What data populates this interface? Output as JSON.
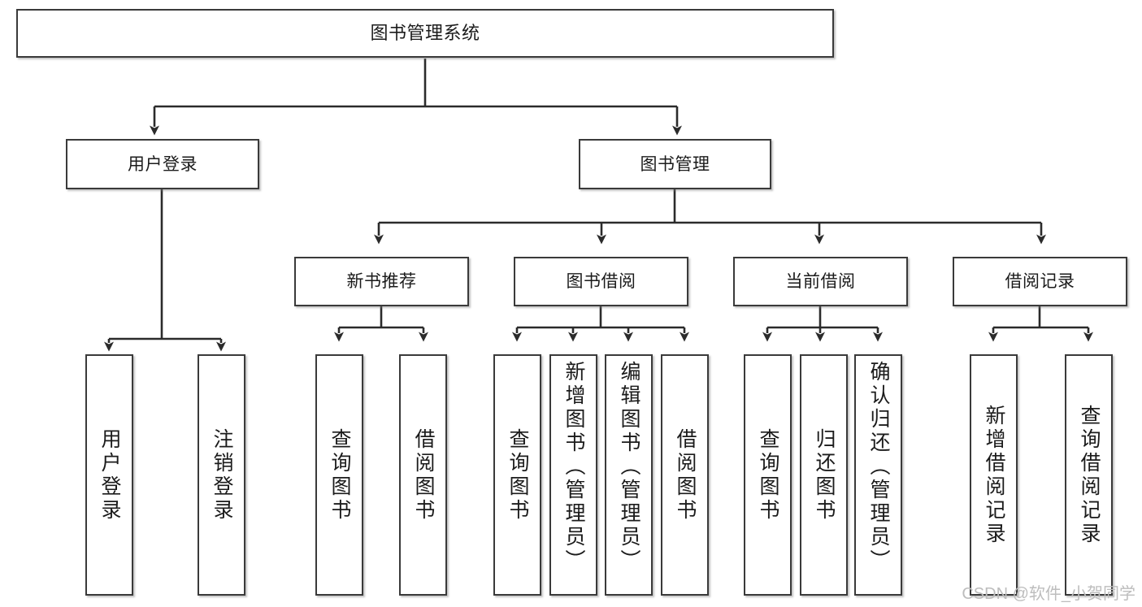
{
  "diagram": {
    "title": "图书管理系统",
    "type": "hierarchy-tree",
    "watermark": "CSDN @软件_小贺同学",
    "colors": {
      "border": "#3a3a3a",
      "text": "#1b1b1b",
      "background": "#ffffff",
      "connector": "#2b2b2b",
      "watermark": "#bdbdbd"
    },
    "nodes": {
      "root": {
        "label": "图书管理系统"
      },
      "level2": [
        {
          "label": "用户登录"
        },
        {
          "label": "图书管理"
        }
      ],
      "level3": [
        {
          "label": "新书推荐"
        },
        {
          "label": "图书借阅"
        },
        {
          "label": "当前借阅"
        },
        {
          "label": "借阅记录"
        }
      ],
      "leaves": {
        "user_login": [
          {
            "label": "用户登录"
          },
          {
            "label": "注销登录"
          }
        ],
        "new_book": [
          {
            "label": "查询图书"
          },
          {
            "label": "借阅图书"
          }
        ],
        "book_borrow": [
          {
            "label": "查询图书"
          },
          {
            "label": "新增图书（管理员）"
          },
          {
            "label": "编辑图书（管理员）"
          },
          {
            "label": "借阅图书"
          }
        ],
        "current_borrow": [
          {
            "label": "查询图书"
          },
          {
            "label": "归还图书"
          },
          {
            "label": "确认归还（管理员）"
          }
        ],
        "borrow_record": [
          {
            "label": "新增借阅记录"
          },
          {
            "label": "查询借阅记录"
          }
        ]
      }
    }
  }
}
